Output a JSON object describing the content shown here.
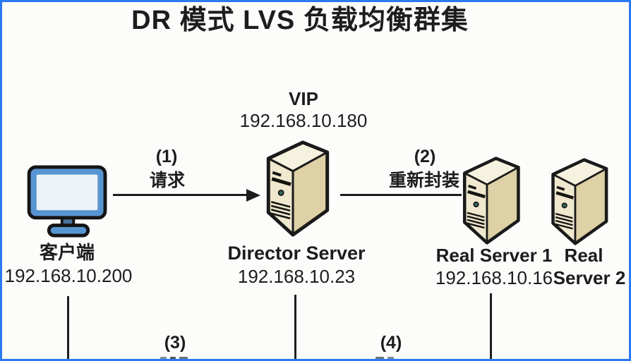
{
  "title": "DR 模式 LVS 负载均衡群集",
  "vip": {
    "label": "VIP",
    "ip": "192.168.10.180"
  },
  "nodes": {
    "client": {
      "name": "客户端",
      "ip": "192.168.10.200"
    },
    "director": {
      "name": "Director Server",
      "ip": "192.168.10.23"
    },
    "real_server_1": {
      "name": "Real Server 1",
      "ip": "192.168.10.16"
    },
    "real_server_2": {
      "name_line1": "Real",
      "name_line2": "Server 2"
    }
  },
  "edges": {
    "step1": {
      "num": "(1)",
      "label": "请求"
    },
    "step2": {
      "num": "(2)",
      "label": "重新封装"
    },
    "step3": {
      "num": "(3)"
    },
    "step4": {
      "num": "(4)"
    }
  },
  "icons": {
    "client": "monitor-computer-icon",
    "director": "server-tower-icon",
    "real_server_1": "server-tower-icon",
    "real_server_2": "server-tower-icon"
  },
  "colors": {
    "page_border": "#2b7af3",
    "text": "#1d1d1d",
    "connector": "#1d1d1d",
    "monitor_frame": "#5795d2",
    "monitor_screen": "#edf2f7",
    "monitor_stand": "#47749e",
    "server_top": "#f6f2e0",
    "server_front": "#efe8cf",
    "server_side": "#ddd1a5",
    "icon_outline": "#1a1a1a"
  }
}
